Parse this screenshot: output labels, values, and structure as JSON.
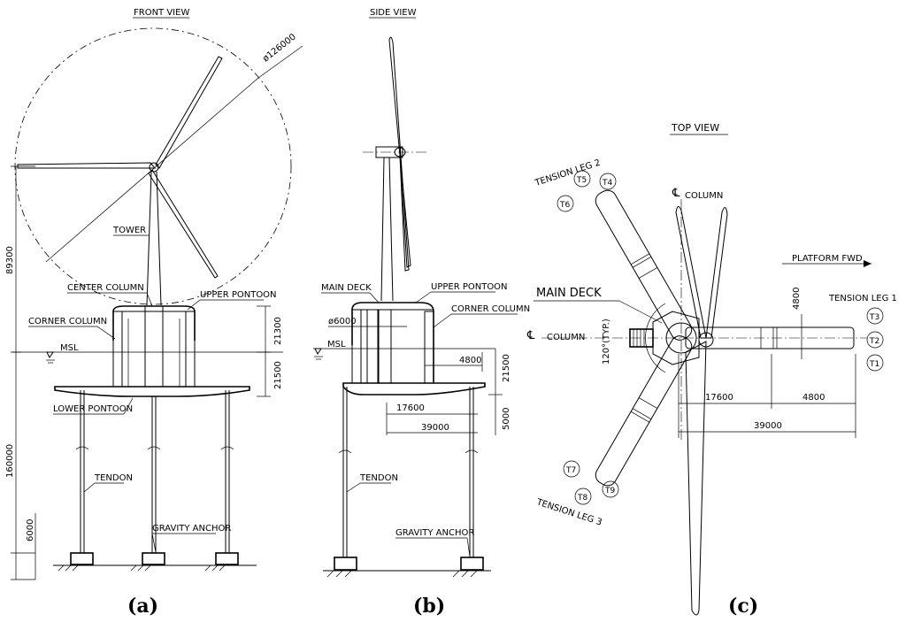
{
  "front_view": {
    "title": "FRONT VIEW",
    "rotor_diameter": "ø126000",
    "labels": {
      "tower": "TOWER",
      "center_column": "CENTER COLUMN",
      "upper_pontoon": "UPPER PONTOON",
      "corner_column": "CORNER COLUMN",
      "msl": "MSL",
      "lower_pontoon": "LOWER PONTOON",
      "tendon": "TENDON",
      "gravity_anchor": "GRAVITY ANCHOR"
    },
    "dims": {
      "hub_height": "89300",
      "upper_height": "21300",
      "lower_height": "21500",
      "tendon_length": "160000",
      "anchor_height": "6000"
    },
    "caption": "(a)"
  },
  "side_view": {
    "title": "SIDE VIEW",
    "labels": {
      "main_deck": "MAIN DECK",
      "upper_pontoon": "UPPER PONTOON",
      "column_dia": "ø6000",
      "corner_column": "CORNER COLUMN",
      "msl": "MSL",
      "tendon": "TENDON",
      "gravity_anchor": "GRAVITY ANCHOR"
    },
    "dims": {
      "d4800": "4800",
      "d21500": "21500",
      "d17600": "17600",
      "d5000": "5000",
      "d39000": "39000"
    },
    "caption": "(b)"
  },
  "top_view": {
    "title": "TOP VIEW",
    "labels": {
      "tension_leg_2": "TENSION LEG 2",
      "column_top": "COLUMN",
      "platform_fwd": "PLATFORM FWD",
      "main_deck": "MAIN DECK",
      "column_left": "COLUMN",
      "angle": "120°(TYP.)",
      "tension_leg_1": "TENSION LEG 1",
      "tension_leg_3": "TENSION LEG 3",
      "cl_symbol": "℄"
    },
    "tendons": [
      "T1",
      "T2",
      "T3",
      "T4",
      "T5",
      "T6",
      "T7",
      "T8",
      "T9"
    ],
    "dims": {
      "d4800_top": "4800",
      "d17600": "17600",
      "d4800": "4800",
      "d39000": "39000"
    },
    "caption": "(c)"
  }
}
